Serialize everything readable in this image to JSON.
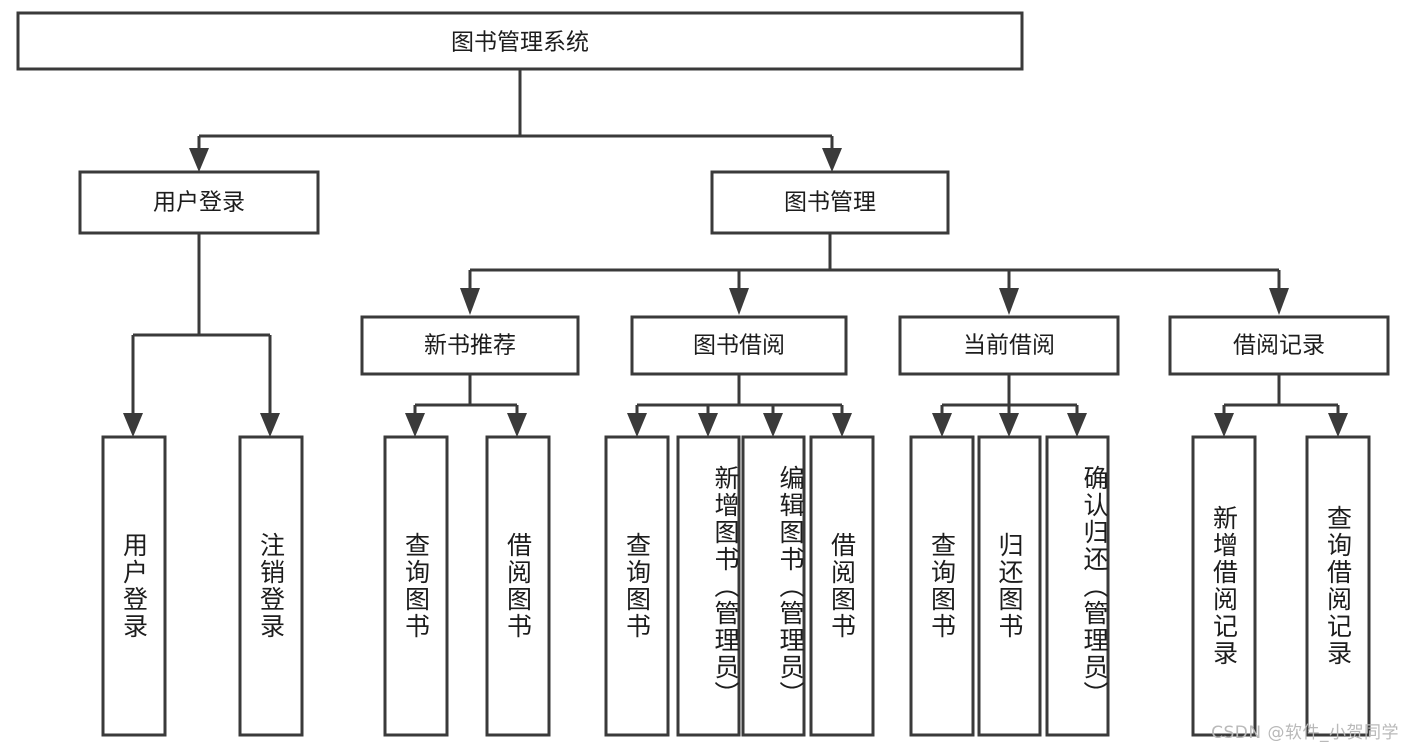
{
  "diagram": {
    "title": "图书管理系统",
    "type": "tree",
    "watermark": "CSDN @软件_小贺同学",
    "colors": {
      "stroke": "#3a3a3a",
      "fill": "#ffffff",
      "text": "#1d1d1d",
      "watermark": "#b9b9b9"
    },
    "root": {
      "label": "图书管理系统",
      "orientation": "horizontal"
    },
    "level1": [
      {
        "label": "用户登录",
        "orientation": "horizontal"
      },
      {
        "label": "图书管理",
        "orientation": "horizontal"
      }
    ],
    "level2": [
      {
        "label": "新书推荐",
        "orientation": "horizontal",
        "parent": "图书管理"
      },
      {
        "label": "图书借阅",
        "orientation": "horizontal",
        "parent": "图书管理"
      },
      {
        "label": "当前借阅",
        "orientation": "horizontal",
        "parent": "图书管理"
      },
      {
        "label": "借阅记录",
        "orientation": "horizontal",
        "parent": "图书管理"
      }
    ],
    "leaves": {
      "user_login": [
        {
          "label": "用户登录",
          "orientation": "vertical"
        },
        {
          "label": "注销登录",
          "orientation": "vertical"
        }
      ],
      "new_book_recommend": [
        {
          "label": "查询图书",
          "orientation": "vertical"
        },
        {
          "label": "借阅图书",
          "orientation": "vertical"
        }
      ],
      "book_borrow": [
        {
          "label": "查询图书",
          "orientation": "vertical"
        },
        {
          "label": "新增图书（管理员）",
          "orientation": "vertical"
        },
        {
          "label": "编辑图书（管理员）",
          "orientation": "vertical"
        },
        {
          "label": "借阅图书",
          "orientation": "vertical"
        }
      ],
      "current_borrow": [
        {
          "label": "查询图书",
          "orientation": "vertical"
        },
        {
          "label": "归还图书",
          "orientation": "vertical"
        },
        {
          "label": "确认归还（管理员）",
          "orientation": "vertical"
        }
      ],
      "borrow_record": [
        {
          "label": "新增借阅记录",
          "orientation": "vertical"
        },
        {
          "label": "查询借阅记录",
          "orientation": "vertical"
        }
      ]
    }
  }
}
